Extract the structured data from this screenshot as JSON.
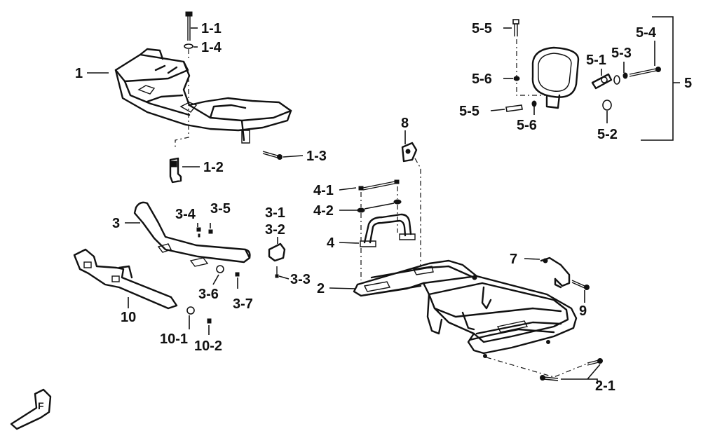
{
  "callouts": {
    "c1_1": "1-1",
    "c1_4": "1-4",
    "c1": "1",
    "c1_2": "1-2",
    "c1_3": "1-3",
    "c5_5a": "5-5",
    "c5_6a": "5-6",
    "c5_5b": "5-5",
    "c5_6b": "5-6",
    "c5_1": "5-1",
    "c5_3": "5-3",
    "c5_4": "5-4",
    "c5": "5",
    "c5_2": "5-2",
    "c8": "8",
    "c4_1": "4-1",
    "c4_2": "4-2",
    "c4": "4",
    "c3": "3",
    "c3_4": "3-4",
    "c3_5": "3-5",
    "c3_1": "3-1",
    "c3_2": "3-2",
    "c3_3": "3-3",
    "c3_6": "3-6",
    "c3_7": "3-7",
    "c2": "2",
    "c7": "7",
    "c9": "9",
    "c2_1": "2-1",
    "c10": "10",
    "c10_1": "10-1",
    "c10_2": "10-2"
  },
  "orientation_mark": {
    "letter": "F"
  }
}
